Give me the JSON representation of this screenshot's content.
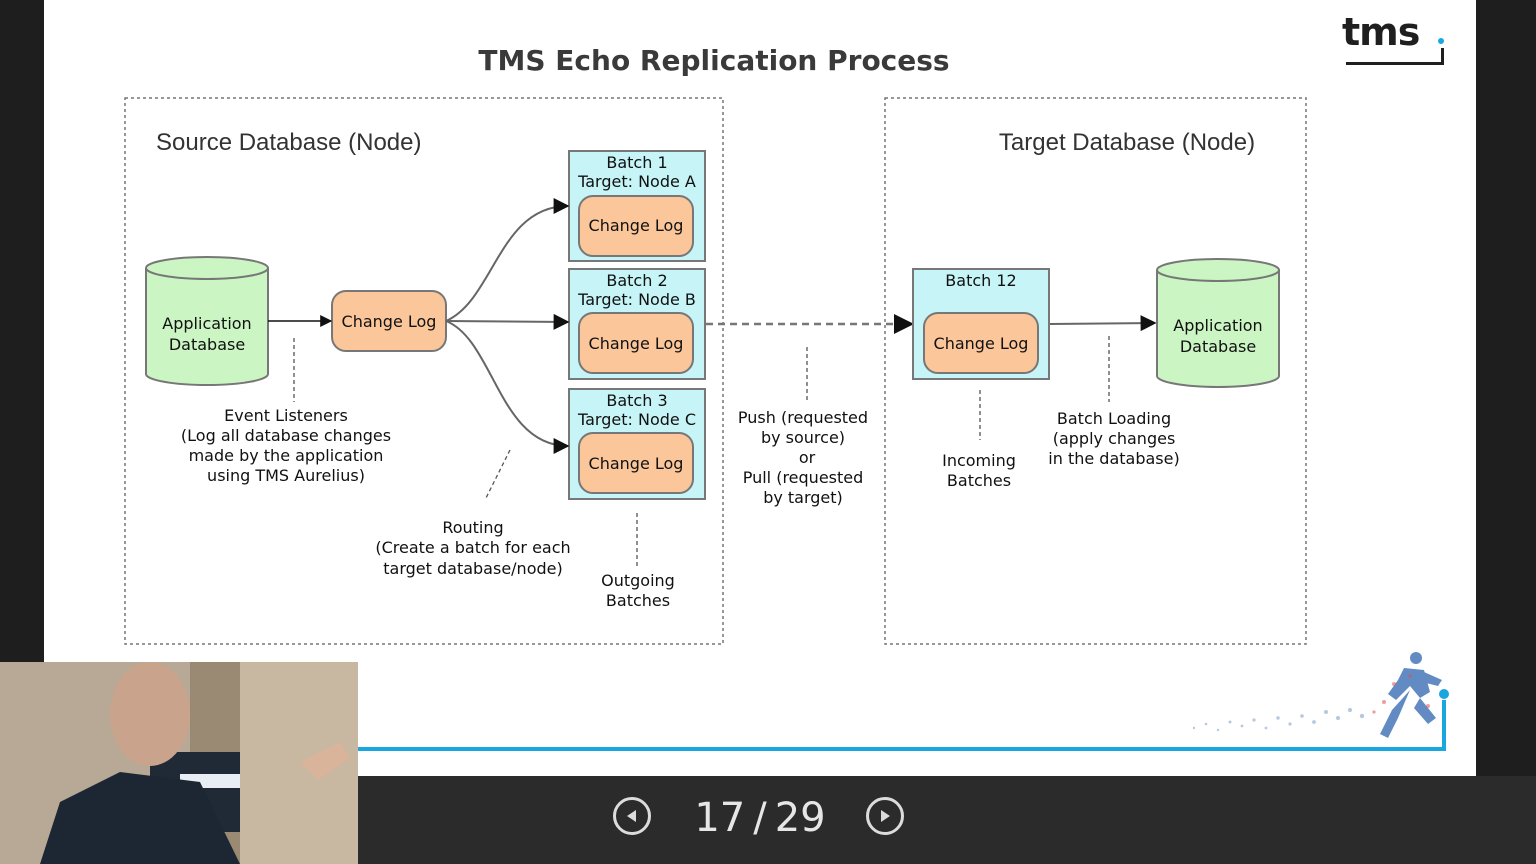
{
  "slide": {
    "title": "TMS Echo Replication Process",
    "logo": "tms",
    "source_panel": {
      "title": "Source Database (Node)",
      "app_db": [
        "Application",
        "Database"
      ],
      "change_log": "Change Log",
      "batches": [
        {
          "line1": "Batch 1",
          "line2": "Target: Node A",
          "inner": "Change Log"
        },
        {
          "line1": "Batch 2",
          "line2": "Target: Node B",
          "inner": "Change Log"
        },
        {
          "line1": "Batch 3",
          "line2": "Target: Node C",
          "inner": "Change Log"
        }
      ],
      "event_listeners": [
        "Event Listeners",
        "(Log all database changes",
        "made by the application",
        "using TMS Aurelius)"
      ],
      "routing": [
        "Routing",
        "(Create a batch for each",
        "target database/node)"
      ],
      "outgoing": [
        "Outgoing",
        "Batches"
      ]
    },
    "transfer_note": [
      "Push (requested",
      "by source)",
      "or",
      "Pull (requested",
      "by target)"
    ],
    "target_panel": {
      "title": "Target Database (Node)",
      "batch": {
        "line1": "Batch 12",
        "inner": "Change Log"
      },
      "app_db": [
        "Application",
        "Database"
      ],
      "incoming": [
        "Incoming",
        "Batches"
      ],
      "batch_loading": [
        "Batch Loading",
        "(apply changes",
        "in the database)"
      ]
    }
  },
  "player": {
    "prev_icon": "chevron-left-icon",
    "next_icon": "chevron-right-icon",
    "current": "17",
    "separator": "/",
    "total": "29"
  },
  "colors": {
    "db_fill": "#ccf5c4",
    "log_fill": "#fbc79a",
    "batch_fill": "#c6f4f7",
    "accent": "#1aa6df",
    "bottom_bar": "#2b2b2b"
  }
}
